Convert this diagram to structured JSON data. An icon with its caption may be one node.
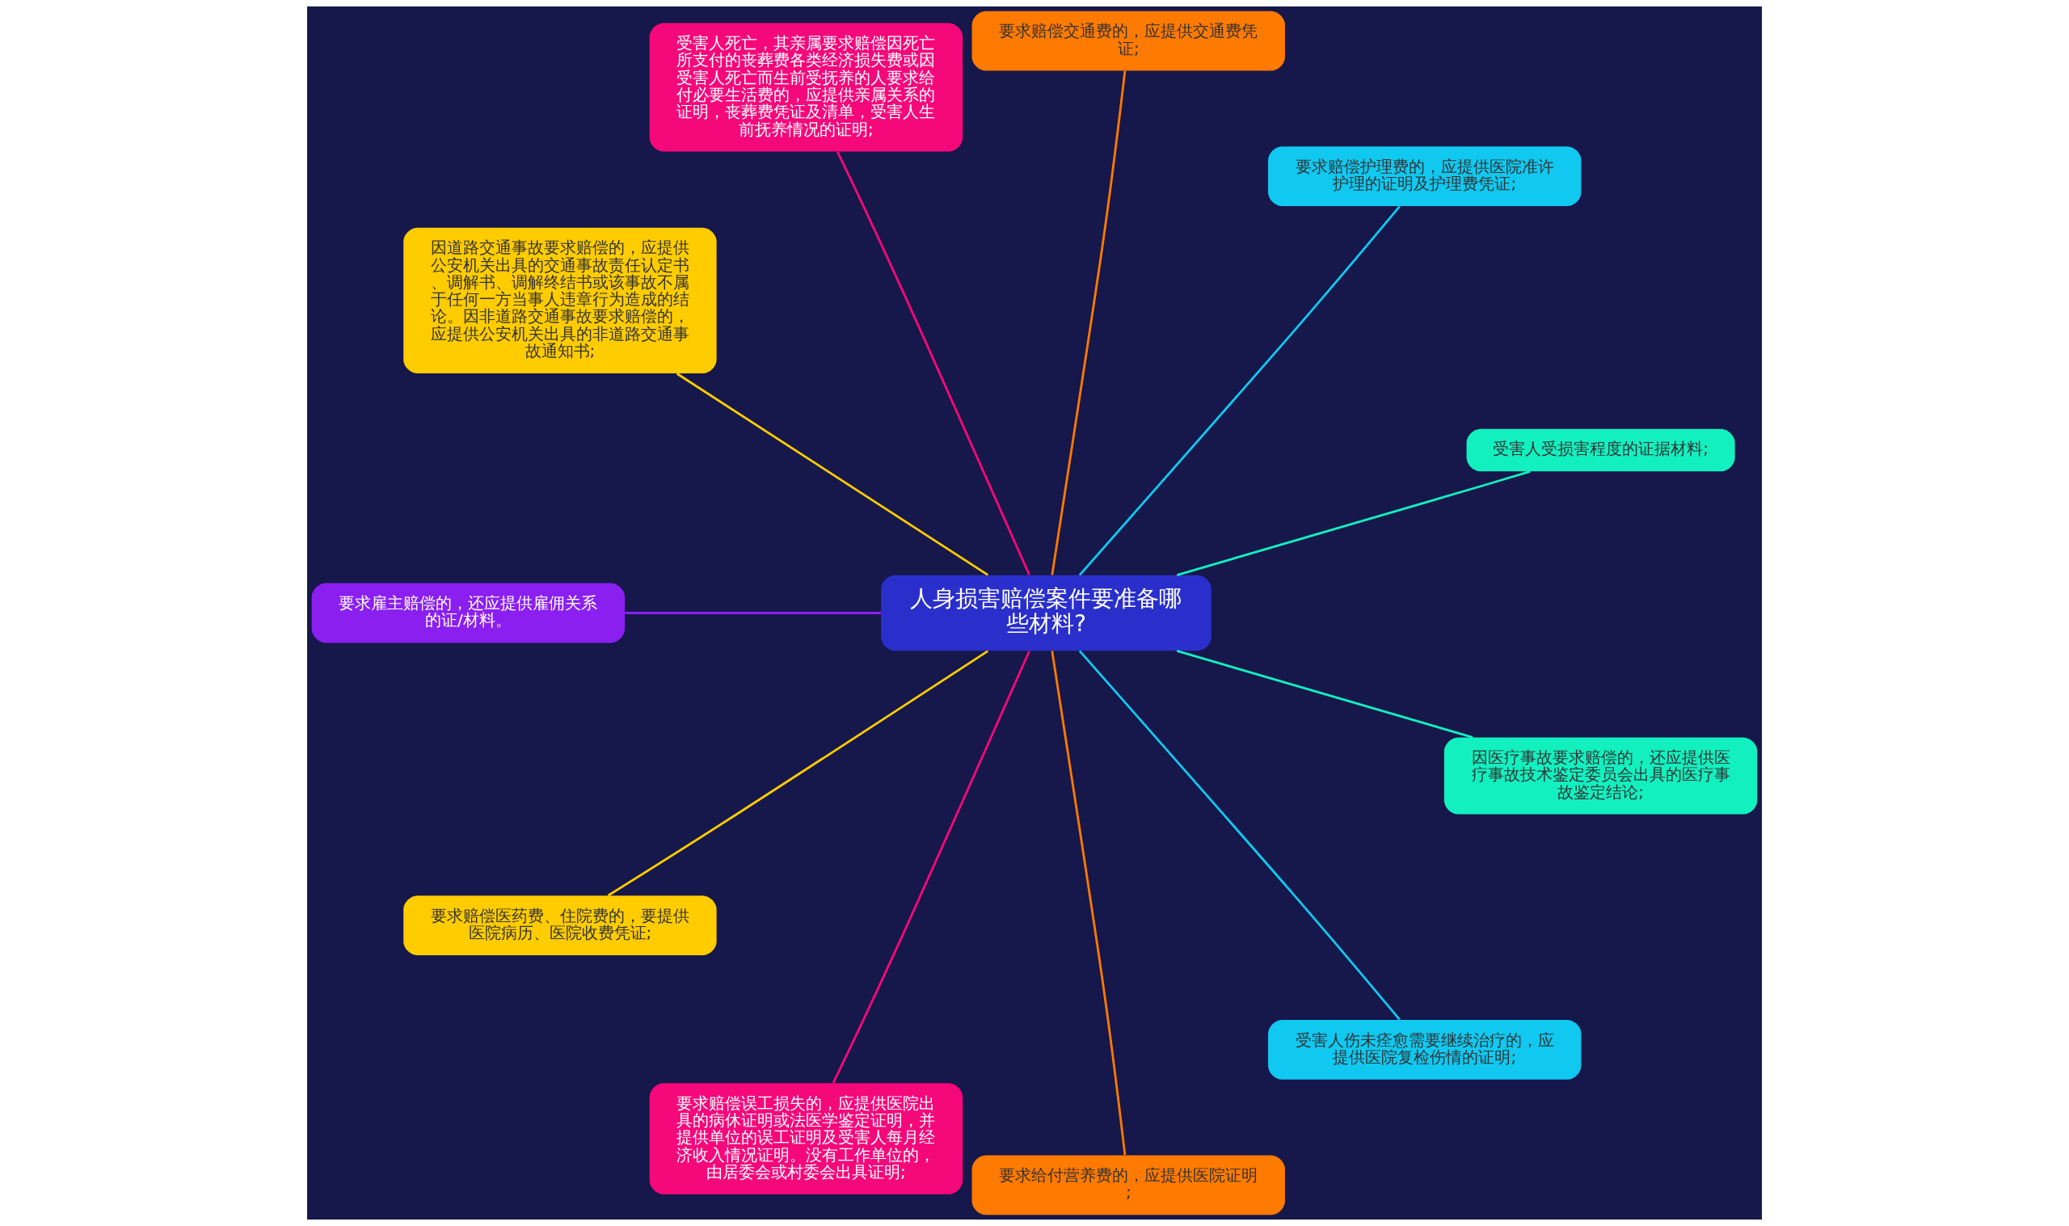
{
  "diagram": {
    "nodes": [
      {
        "text": [
          "人身损害赔偿案件要准备哪些材料?"
        ]
      },
      {
        "text": [
          "受害人受损害程度的证据材料;"
        ]
      },
      {
        "text": [
          "要求赔偿护理费的，应提供医院准许护理的证明及护理费凭证;"
        ]
      },
      {
        "text": [
          "要求赔偿交通费的，应提供交通费凭证;"
        ]
      },
      {
        "text": [
          "受害人死亡，其亲属要求赔偿因死亡所支付的丧葬费各类经济损失费或因受害人死亡而生前受抚养的人要求给付必要生活费的，应提供亲属关系的证明，丧葬费凭证及清单，受害人生前抚养情况的证明;"
        ]
      },
      {
        "text": [
          "因道路交通事故要求赔偿的，应提供公安机关出具的交通事故责任认定书、调解书、调解终结书或该事故不属于任何一方当事人违章行为造成的结论。因非道路交通事故要求赔偿的，应提供公安机关出具的非道路交通事故通知书;"
        ]
      },
      {
        "text": [
          "要求雇主赔偿的，还应提供雇佣关系的证/材料。"
        ]
      },
      {
        "text": [
          "要求赔偿医药费、住院费的，要提供医院病历、医院收费凭证;"
        ]
      },
      {
        "text": [
          "要求赔偿误工损失的，应提供医院出具的病休证明或法医学鉴定证明，并提供单位的误工证明及受害人每月经济收入情况证明。没有工作单位的，由居委会或村委会出具证明;"
        ]
      },
      {
        "text": [
          "要求给付营养费的，应提供医院证明;"
        ]
      },
      {
        "text": [
          "受害人伤未痊愈需要继续治疗的，应提供医院复检伤情的证明;"
        ]
      },
      {
        "text": [
          "因医疗事故要求赔偿的，还应提供医疗事故技术鉴定委员会出具的医疗事故鉴定结论;"
        ]
      }
    ],
    "edges": [
      {
        "from": 0,
        "to": 1,
        "arrow": "none",
        "color": "#12f0c0"
      },
      {
        "from": 0,
        "to": 2,
        "arrow": "none",
        "color": "#10c8f0"
      },
      {
        "from": 0,
        "to": 3,
        "arrow": "none",
        "color": "#ff7a00"
      },
      {
        "from": 0,
        "to": 4,
        "arrow": "none",
        "color": "#f5087a"
      },
      {
        "from": 0,
        "to": 5,
        "arrow": "none",
        "color": "#ffcc00"
      },
      {
        "from": 0,
        "to": 6,
        "arrow": "none",
        "color": "#8a1ff0"
      },
      {
        "from": 0,
        "to": 7,
        "arrow": "none",
        "color": "#ffcc00"
      },
      {
        "from": 0,
        "to": 8,
        "arrow": "none",
        "color": "#f5087a"
      },
      {
        "from": 0,
        "to": 9,
        "arrow": "none",
        "color": "#ff7a00"
      },
      {
        "from": 0,
        "to": 10,
        "arrow": "none",
        "color": "#10c8f0"
      },
      {
        "from": 0,
        "to": 11,
        "arrow": "none",
        "color": "#12f0c0"
      }
    ]
  }
}
